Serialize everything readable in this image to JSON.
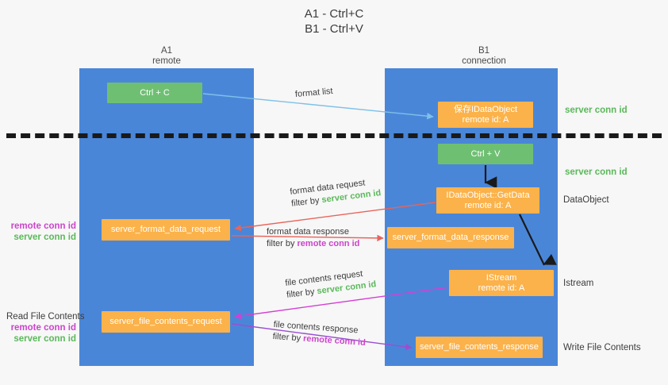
{
  "title": {
    "line1": "A1 - Ctrl+C",
    "line2": "B1 - Ctrl+V"
  },
  "lanes": [
    {
      "id": "a1",
      "name": "A1",
      "role": "remote",
      "color": "#4a86d8"
    },
    {
      "id": "b1",
      "name": "B1",
      "role": "connection",
      "color": "#4a86d8"
    }
  ],
  "colors": {
    "lane_blue": "#4a86d8",
    "node_orange": "#fbb24a",
    "node_green": "#6fbf73",
    "server_conn_green": "#5bb85b",
    "remote_conn_purple": "#cc44cc",
    "arrow_light_blue": "#7ec0e8",
    "arrow_red": "#e8645a",
    "arrow_magenta": "#d43fd4",
    "arrow_purple": "#9b4fd0",
    "arrow_black": "#1a1a1a",
    "divider_black": "#1a1a1a",
    "background": "#f7f7f7"
  },
  "nodes": {
    "ctrl_c": {
      "line1": "Ctrl + C",
      "line2": "",
      "style": "green"
    },
    "save_idataobject": {
      "line1": "保存IDataObject",
      "line2": "remote id: A",
      "style": "orange"
    },
    "ctrl_v": {
      "line1": "Ctrl + V",
      "line2": "",
      "style": "green"
    },
    "getdata": {
      "line1": "IDataObject::GetData",
      "line2": "remote id: A",
      "style": "orange"
    },
    "server_format_data_request": {
      "line1": "server_format_data_request",
      "line2": "",
      "style": "orange"
    },
    "server_format_data_response": {
      "line1": "server_format_data_response",
      "line2": "",
      "style": "orange"
    },
    "istream": {
      "line1": "IStream",
      "line2": "remote id: A",
      "style": "orange"
    },
    "server_file_contents_request": {
      "line1": "server_file_contents_request",
      "line2": "",
      "style": "orange"
    },
    "server_file_contents_response": {
      "line1": "server_file_contents_response",
      "line2": "",
      "style": "orange"
    }
  },
  "edges": [
    {
      "id": "format_list",
      "label": "format list",
      "filter_prefix": "",
      "filter_value": "",
      "color": "#7ec0e8"
    },
    {
      "id": "format_data_request",
      "label": "format data request",
      "filter_prefix": "filter by ",
      "filter_value": "server conn id",
      "color": "#e8645a"
    },
    {
      "id": "format_data_response",
      "label": "format data response",
      "filter_prefix": "filter by ",
      "filter_value": "remote conn id",
      "color": "#e8645a"
    },
    {
      "id": "file_contents_request",
      "label": "file contents request",
      "filter_prefix": "filter by ",
      "filter_value": "server conn id",
      "color": "#d43fd4"
    },
    {
      "id": "file_contents_response",
      "label": "file contents response",
      "filter_prefix": "filter by ",
      "filter_value": "remote conn id",
      "color": "#9b4fd0"
    }
  ],
  "side_labels": {
    "server_conn_id_top": "server conn id",
    "server_conn_id_mid": "server conn id",
    "dataobject": "DataObject",
    "istream": "Istream",
    "write_file_contents": "Write File Contents"
  },
  "left_labels": {
    "remote_conn_id_1": "remote conn id",
    "server_conn_id_1": "server conn id",
    "read_file_contents": "Read File Contents",
    "remote_conn_id_2": "remote conn id",
    "server_conn_id_2": "server conn id"
  }
}
